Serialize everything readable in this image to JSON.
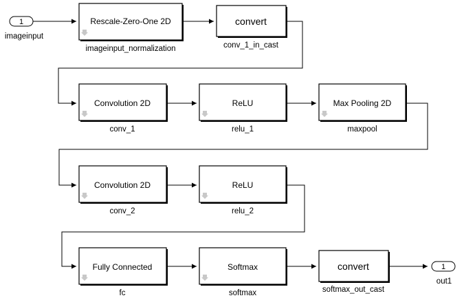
{
  "ports": {
    "in": {
      "number": "1",
      "name": "imageinput"
    },
    "out": {
      "number": "1",
      "name": "out1"
    }
  },
  "blocks": [
    {
      "id": "norm",
      "label": "Rescale-Zero-One 2D",
      "name": "imageinput_normalization"
    },
    {
      "id": "convin",
      "label": "convert",
      "name": "conv_1_in_cast"
    },
    {
      "id": "conv1",
      "label": "Convolution 2D",
      "name": "conv_1"
    },
    {
      "id": "relu1",
      "label": "ReLU",
      "name": "relu_1"
    },
    {
      "id": "maxpool",
      "label": "Max Pooling 2D",
      "name": "maxpool"
    },
    {
      "id": "conv2",
      "label": "Convolution 2D",
      "name": "conv_2"
    },
    {
      "id": "relu2",
      "label": "ReLU",
      "name": "relu_2"
    },
    {
      "id": "fc",
      "label": "Fully Connected",
      "name": "fc"
    },
    {
      "id": "softmax",
      "label": "Softmax",
      "name": "softmax"
    },
    {
      "id": "convout",
      "label": "convert",
      "name": "softmax_out_cast"
    }
  ],
  "connections": [
    [
      "in",
      "norm"
    ],
    [
      "norm",
      "convin"
    ],
    [
      "convin",
      "conv1"
    ],
    [
      "conv1",
      "relu1"
    ],
    [
      "relu1",
      "maxpool"
    ],
    [
      "maxpool",
      "conv2"
    ],
    [
      "conv2",
      "relu2"
    ],
    [
      "relu2",
      "fc"
    ],
    [
      "fc",
      "softmax"
    ],
    [
      "softmax",
      "convout"
    ],
    [
      "convout",
      "out"
    ]
  ]
}
